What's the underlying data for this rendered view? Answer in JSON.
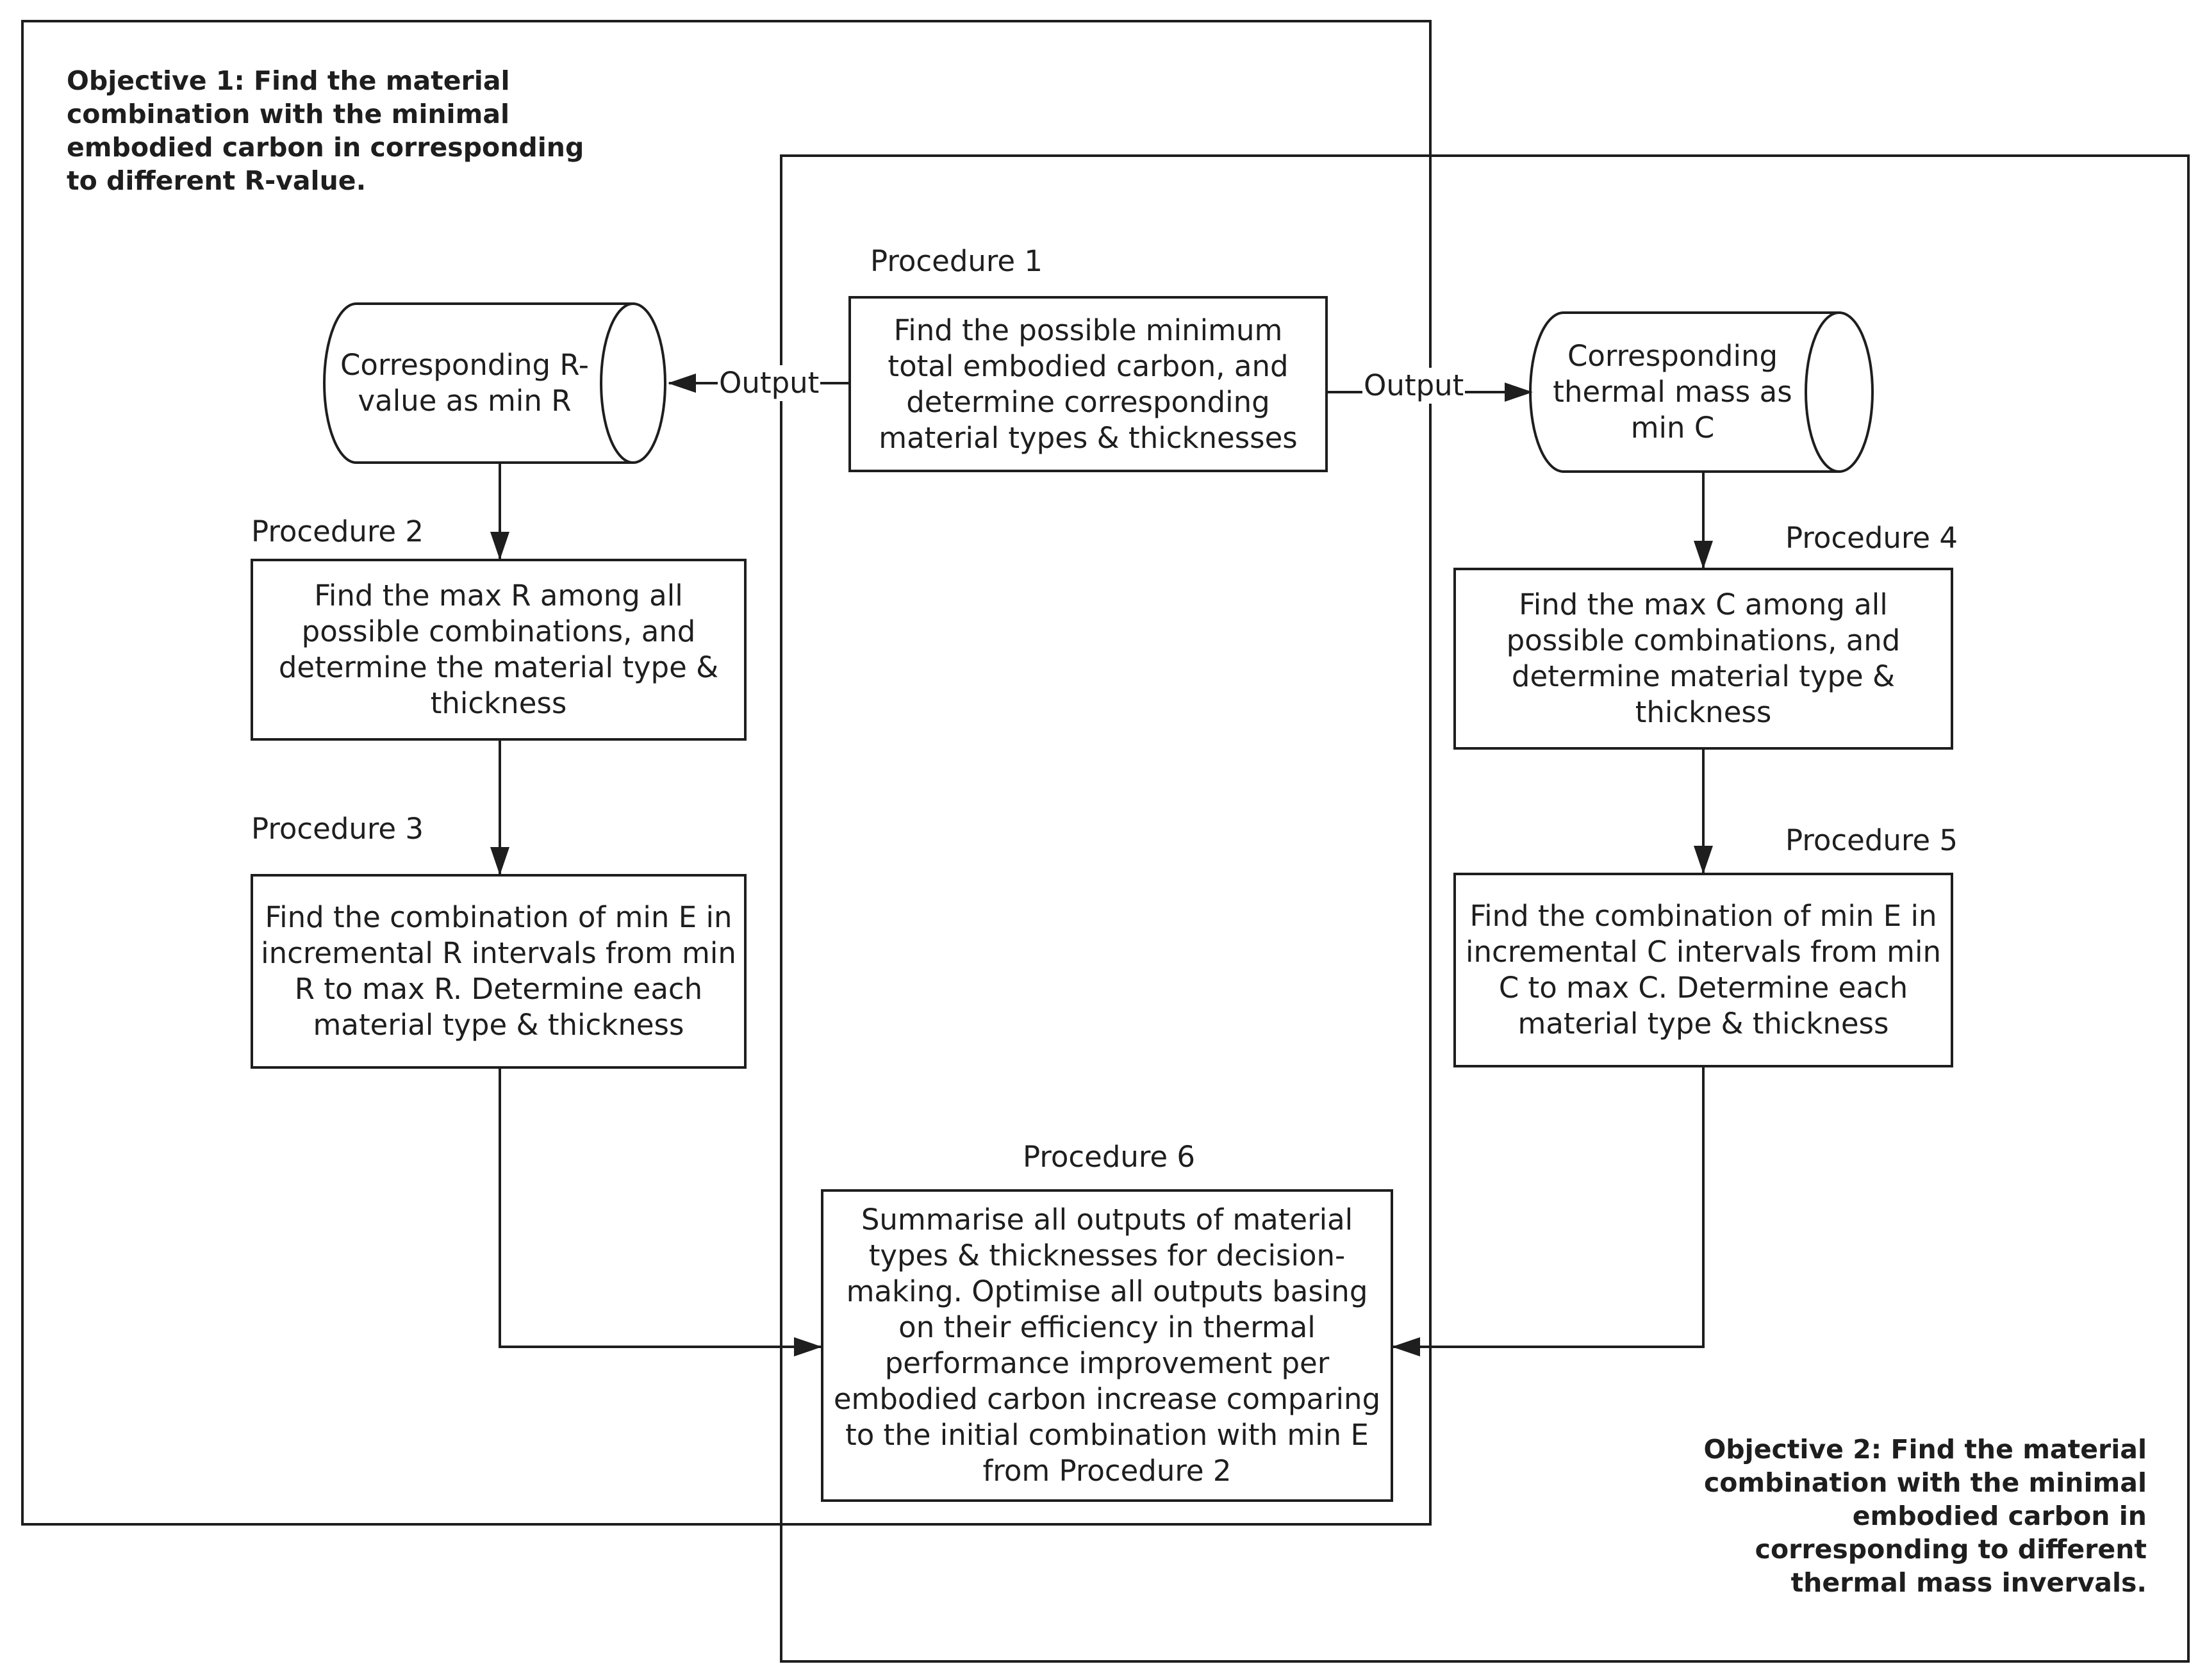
{
  "objectives": {
    "obj1": "Objective 1: Find the material combination with the minimal embodied carbon in corresponding to different R-value.",
    "obj2": "Objective 2: Find the material combination with the minimal embodied carbon in corresponding to different thermal mass invervals."
  },
  "procedures": {
    "p1": {
      "label": "Procedure 1",
      "text": "Find the possible minimum total embodied carbon, and determine corresponding material types & thicknesses"
    },
    "p2": {
      "label": "Procedure 2",
      "text": "Find the max R among all possible combinations, and determine the material type & thickness"
    },
    "p3": {
      "label": "Procedure 3",
      "text": "Find the combination of min E in incremental R intervals from min R to max R. Determine each material type & thickness"
    },
    "p4": {
      "label": "Procedure 4",
      "text": "Find the max C among all possible combinations, and determine material type & thickness"
    },
    "p5": {
      "label": "Procedure 5",
      "text": "Find the combination of min E in incremental C intervals from min C to max C. Determine each material type & thickness"
    },
    "p6": {
      "label": "Procedure 6",
      "text": "Summarise all outputs of material types & thicknesses for decision-making. Optimise all outputs basing on their efficiency in thermal performance improvement per embodied carbon increase comparing to the initial combination with min E from Procedure 2"
    }
  },
  "storage": {
    "left": "Corresponding R-value as min R",
    "right": "Corresponding thermal mass as min C"
  },
  "edges": {
    "output_left": "Output",
    "output_right": "Output"
  },
  "colors": {
    "stroke": "#1e1e1e",
    "background": "#ffffff"
  }
}
